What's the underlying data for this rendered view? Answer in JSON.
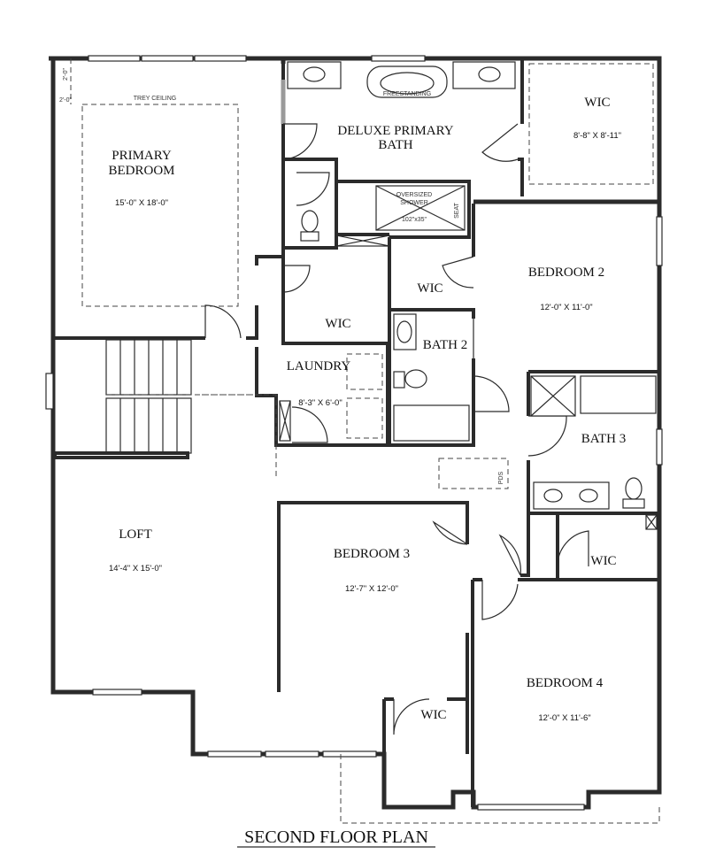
{
  "title": "SECOND FLOOR PLAN",
  "rooms": {
    "primary_bedroom": {
      "name_line1": "PRIMARY",
      "name_line2": "BEDROOM",
      "dims": "15'-0\" X 18'-0\""
    },
    "primary_bath": {
      "name_line1": "DELUXE PRIMARY",
      "name_line2": "BATH"
    },
    "wic_primary_bath": {
      "name": "WIC",
      "dims": "8'-8\" X 8'-11\""
    },
    "wic_primary": {
      "name": "WIC"
    },
    "laundry": {
      "name": "LAUNDRY",
      "dims": "8'-3\" X 6'-0\""
    },
    "wic_bed2": {
      "name": "WIC"
    },
    "bath2": {
      "name": "BATH 2"
    },
    "bedroom2": {
      "name": "BEDROOM 2",
      "dims": "12'-0\" X 11'-0\""
    },
    "bath3": {
      "name": "BATH 3"
    },
    "wic_bed4": {
      "name": "WIC"
    },
    "loft": {
      "name": "LOFT",
      "dims": "14'-4\" X 15'-0\""
    },
    "bedroom3": {
      "name": "BEDROOM 3",
      "dims": "12'-7\" X 12'-0\""
    },
    "wic_bed3": {
      "name": "WIC"
    },
    "bedroom4": {
      "name": "BEDROOM 4",
      "dims": "12'-0\" X 11'-6\""
    }
  },
  "annotations": {
    "trey_ceiling": "TREY CEILING",
    "dim_2ft_a": "2'-0\"",
    "dim_2ft_b": "2'-0\"",
    "freestanding_tub": "FREESTANDING",
    "shower_line1": "OVERSIZED",
    "shower_line2": "SHOWER",
    "shower_dims": "102\"x35\"",
    "seat": "SEAT",
    "pds": "PDS"
  }
}
